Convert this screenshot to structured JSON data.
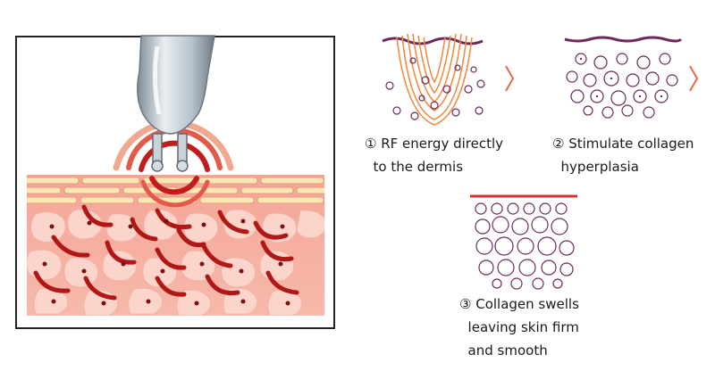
{
  "steps": [
    {
      "number": "①",
      "lines": [
        "RF energy directly",
        "to the dermis"
      ]
    },
    {
      "number": "②",
      "lines": [
        "Stimulate collagen",
        "hyperplasia"
      ]
    },
    {
      "number": "③",
      "lines": [
        "Collagen swells",
        "leaving skin firm",
        "and smooth"
      ]
    }
  ],
  "colors": {
    "skin": "#f7b0a3",
    "cell": "#fbd5cb",
    "heat": "#b01717",
    "collagen_outline": "#6b2a5a",
    "arrow": "#e26a4a",
    "probe": "#b8c3cc"
  },
  "icons": [
    "rf-probe-icon",
    "chevron-right-icon"
  ]
}
